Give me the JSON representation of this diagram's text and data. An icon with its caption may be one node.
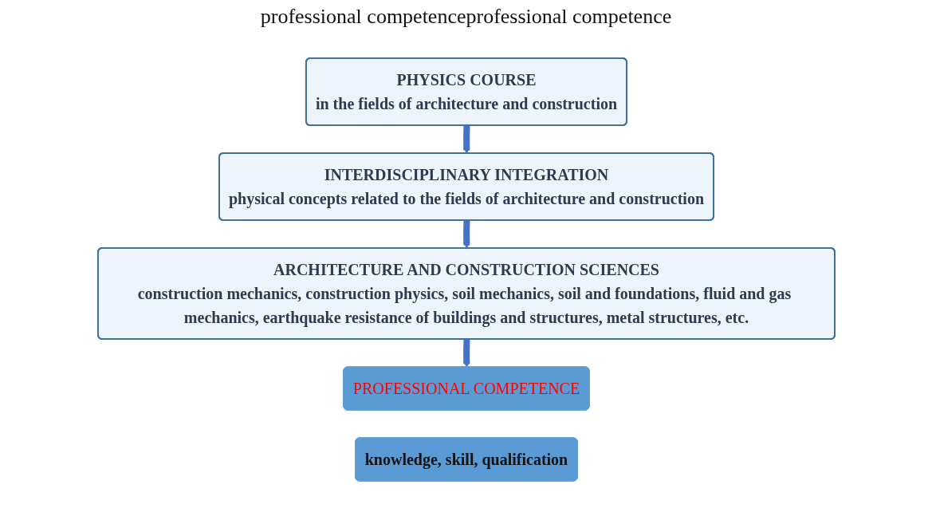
{
  "diagram": {
    "title": "professional competenceprofessional competence",
    "nodes": [
      {
        "text": [
          "PHYSICS COURSE",
          "in the fields of architecture and construction"
        ]
      },
      {
        "text": [
          "INTERDISCIPLINARY INTEGRATION",
          "physical concepts related to the fields of architecture and construction"
        ]
      },
      {
        "text": [
          "ARCHITECTURE AND CONSTRUCTION SCIENCES",
          "construction mechanics, construction physics, soil mechanics, soil and foundations, fluid and gas mechanics, earthquake resistance of buildings and structures, metal structures, etc."
        ]
      },
      {
        "text": [
          "PROFESSIONAL COMPETENCE"
        ]
      },
      {
        "text": [
          "knowledge, skill, qualification"
        ]
      }
    ],
    "edges": [
      {
        "from": 0,
        "to": 1,
        "arrow": "to"
      },
      {
        "from": 1,
        "to": 2,
        "arrow": "to"
      },
      {
        "from": 2,
        "to": 3,
        "arrow": "to"
      }
    ]
  }
}
